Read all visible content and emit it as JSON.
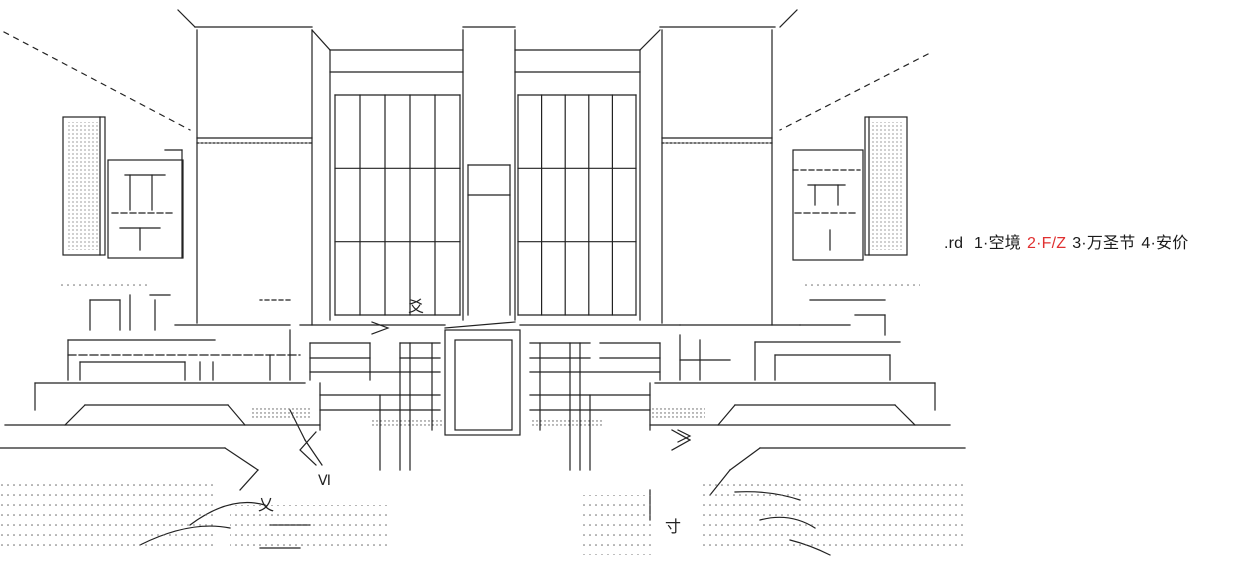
{
  "caption": {
    "prefix": ".rd",
    "items": [
      {
        "num": "1",
        "label": "空境"
      },
      {
        "num": "2",
        "label": "F/Z"
      },
      {
        "num": "3",
        "label": "万圣节"
      },
      {
        "num": "4",
        "label": "安价"
      }
    ],
    "highlight_index": 1,
    "separator": "·"
  },
  "colors": {
    "background": "#ffffff",
    "line_art": "#222222",
    "dots": "#555555",
    "caption_text": "#1a1a1a",
    "highlight": "#e03030"
  },
  "art": {
    "description_icon": "ascii-art-building-icon",
    "labels": {
      "top_ornament": "爻",
      "left_sign": "乂",
      "right_sign": "寸",
      "left_mark": "Ⅵ"
    }
  }
}
